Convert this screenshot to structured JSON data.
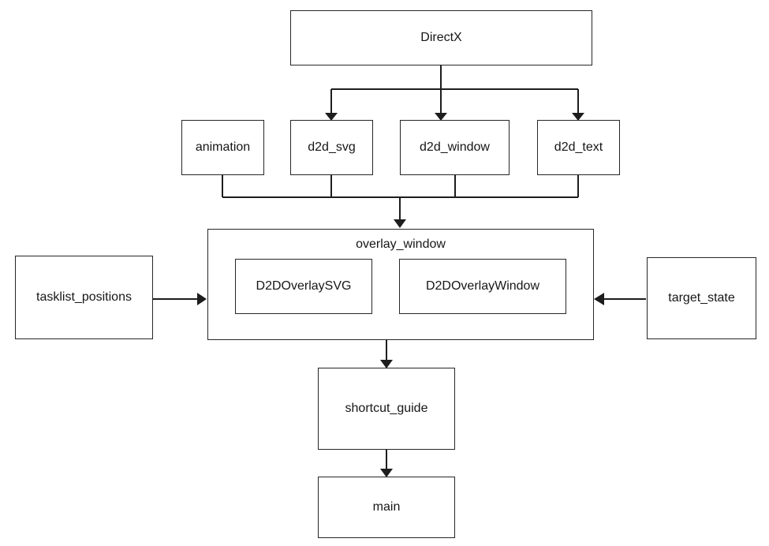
{
  "diagram": {
    "title": "DirectX module dependency diagram",
    "background_color": "#ffffff",
    "line_color": "#1d1d1d",
    "box_border_color": "#262626",
    "text_color": "#161616",
    "nodes": {
      "directx": {
        "label": "DirectX"
      },
      "animation": {
        "label": "animation"
      },
      "d2d_svg": {
        "label": "d2d_svg"
      },
      "d2d_window": {
        "label": "d2d_window"
      },
      "d2d_text": {
        "label": "d2d_text"
      },
      "overlay_window": {
        "label": "overlay_window"
      },
      "d2d_overlay_svg": {
        "label": "D2DOverlaySVG"
      },
      "d2d_overlay_window": {
        "label": "D2DOverlayWindow"
      },
      "tasklist_positions": {
        "label": "tasklist_positions"
      },
      "target_state": {
        "label": "target_state"
      },
      "shortcut_guide": {
        "label": "shortcut_guide"
      },
      "main": {
        "label": "main"
      }
    },
    "edges": [
      {
        "from": "directx",
        "to": "d2d_svg"
      },
      {
        "from": "directx",
        "to": "d2d_window"
      },
      {
        "from": "directx",
        "to": "d2d_text"
      },
      {
        "from": "animation",
        "to": "overlay_window"
      },
      {
        "from": "d2d_svg",
        "to": "overlay_window"
      },
      {
        "from": "d2d_window",
        "to": "overlay_window"
      },
      {
        "from": "d2d_text",
        "to": "overlay_window"
      },
      {
        "from": "tasklist_positions",
        "to": "overlay_window"
      },
      {
        "from": "target_state",
        "to": "overlay_window"
      },
      {
        "from": "overlay_window",
        "to": "shortcut_guide"
      },
      {
        "from": "shortcut_guide",
        "to": "main"
      }
    ]
  }
}
